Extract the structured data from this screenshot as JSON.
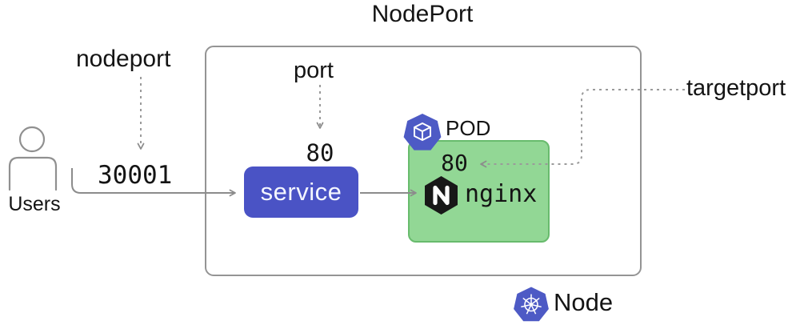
{
  "diagram": {
    "title": "NodePort",
    "node": {
      "label": "Node",
      "icon": "kubernetes-logo-icon"
    },
    "users": {
      "label": "Users",
      "icon": "user-icon"
    },
    "flow": {
      "nodeport_label": "nodeport",
      "nodeport_value": "30001",
      "port_label": "port",
      "port_value": "80",
      "targetport_label": "targetport",
      "targetport_value": "80"
    },
    "service": {
      "label": "service"
    },
    "pod": {
      "label": "POD",
      "icon": "kubernetes-pod-icon",
      "container": {
        "name": "nginx",
        "icon": "nginx-logo-icon"
      }
    },
    "colors": {
      "service_fill": "#4a53c5",
      "pod_fill": "#92d795",
      "pod_border": "#68bb6d",
      "k8s_blue": "#4d5ac5",
      "nginx_black": "#181818",
      "line_gray": "#8c8c8c",
      "dash_gray": "#9a9a9a",
      "text_dark": "#141414"
    }
  }
}
